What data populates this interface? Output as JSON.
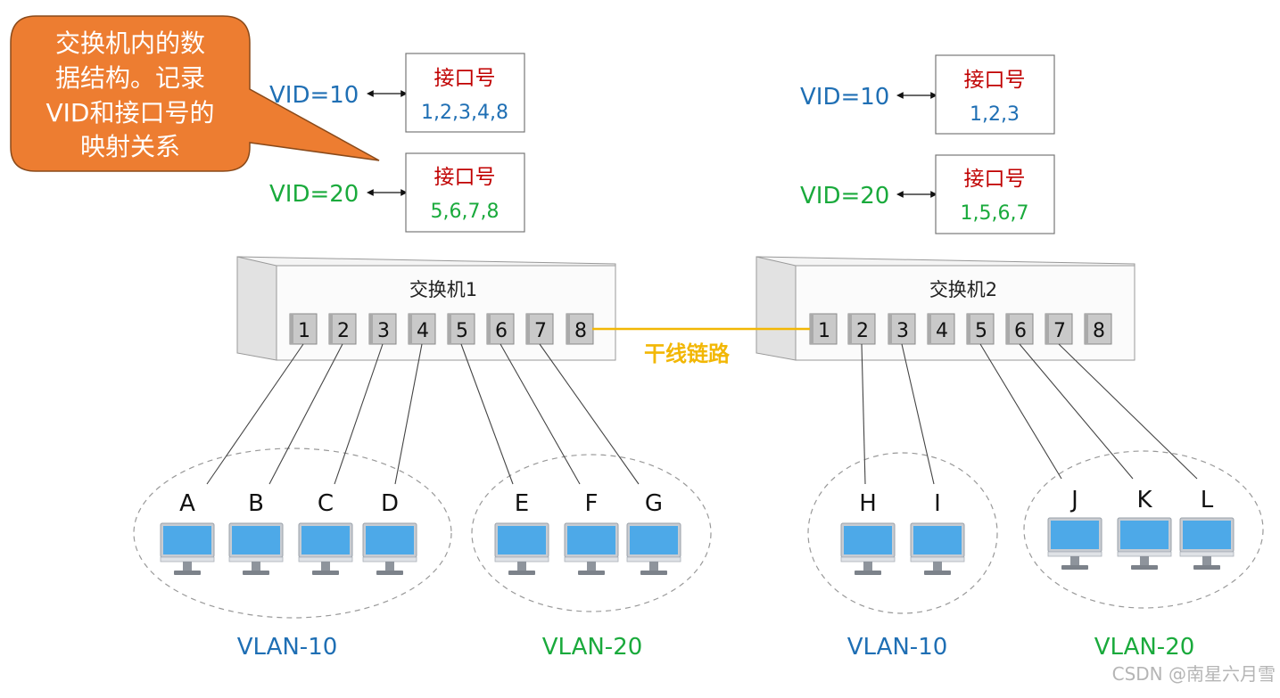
{
  "colors": {
    "blue": "#1f6fb4",
    "green": "#1aaa3c",
    "red": "#c00000",
    "trunk": "#f2b705",
    "callout": "#ed7d31",
    "monitor": "#4da9e8"
  },
  "callout": {
    "lines": [
      "交换机内的数",
      "据结构。记录",
      "VID和接口号的",
      "映射关系"
    ]
  },
  "switches": [
    {
      "title": "交换机1",
      "ports": [
        "1",
        "2",
        "3",
        "4",
        "5",
        "6",
        "7",
        "8"
      ],
      "table": [
        {
          "vid": "VID=10",
          "header": "接口号",
          "ports": "1,2,3,4,8",
          "color": "blue"
        },
        {
          "vid": "VID=20",
          "header": "接口号",
          "ports": "5,6,7,8",
          "color": "green"
        }
      ]
    },
    {
      "title": "交换机2",
      "ports": [
        "1",
        "2",
        "3",
        "4",
        "5",
        "6",
        "7",
        "8"
      ],
      "table": [
        {
          "vid": "VID=10",
          "header": "接口号",
          "ports": "1,2,3",
          "color": "blue"
        },
        {
          "vid": "VID=20",
          "header": "接口号",
          "ports": "1,5,6,7",
          "color": "green"
        }
      ]
    }
  ],
  "trunk_label": "干线链路",
  "hosts": [
    "A",
    "B",
    "C",
    "D",
    "E",
    "F",
    "G",
    "H",
    "I",
    "J",
    "K",
    "L"
  ],
  "vlans": [
    {
      "label": "VLAN-10",
      "color": "blue"
    },
    {
      "label": "VLAN-20",
      "color": "green"
    },
    {
      "label": "VLAN-10",
      "color": "blue"
    },
    {
      "label": "VLAN-20",
      "color": "green"
    }
  ],
  "watermark": "CSDN @南星六月雪"
}
